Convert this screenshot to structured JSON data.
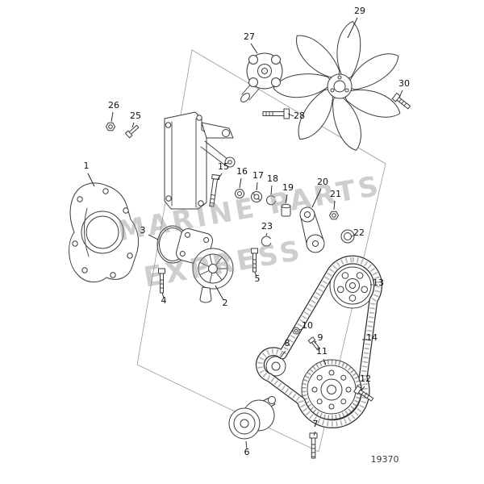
{
  "diagram": {
    "drawing_number": "19370",
    "watermark": {
      "line1": "MARINE PARTS",
      "line2": "EXPRESS"
    }
  },
  "callouts": {
    "c1": "1",
    "c2": "2",
    "c3": "3",
    "c4": "4",
    "c5": "5",
    "c6": "6",
    "c7": "7",
    "c8": "8",
    "c9": "9",
    "c10": "10",
    "c11": "11",
    "c12": "12",
    "c13": "13",
    "c14": "14",
    "c15": "15",
    "c16": "16",
    "c17": "17",
    "c18": "18",
    "c19": "19",
    "c20": "20",
    "c21": "21",
    "c22": "22",
    "c23": "23",
    "c25": "25",
    "c26": "26",
    "c27": "27",
    "c28": "28",
    "c29": "29",
    "c30": "30"
  }
}
